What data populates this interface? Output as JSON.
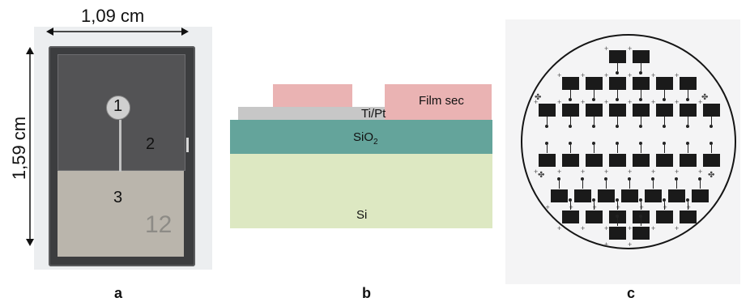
{
  "panel_a": {
    "caption": "a",
    "width_label": "1,09 cm",
    "height_label": "1,59 cm",
    "region_1": "1",
    "region_2": "2",
    "region_3": "3",
    "sample_number": "12"
  },
  "panel_b": {
    "caption": "b",
    "layer_film": "Film sec",
    "layer_tipt": "Ti/Pt",
    "layer_sio2_base": "SiO",
    "layer_sio2_sub": "2",
    "layer_si": "Si"
  },
  "panel_c": {
    "caption": "c",
    "rows": [
      2,
      6,
      8,
      8,
      7,
      6,
      2
    ]
  }
}
